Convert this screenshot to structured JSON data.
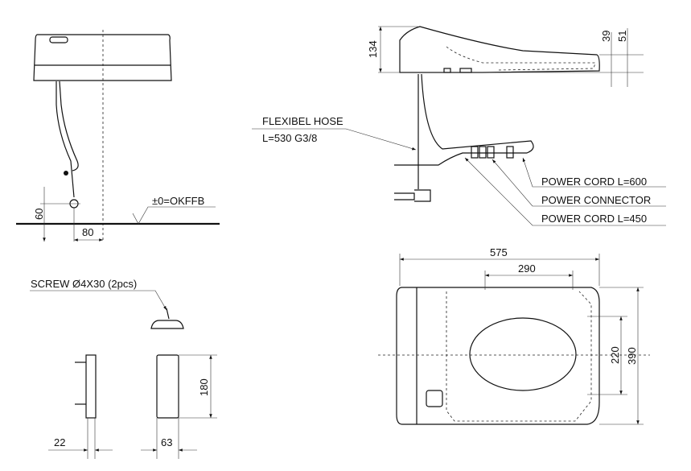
{
  "front_view": {
    "dim_height": "60",
    "dim_offset": "80",
    "floor_label": "±0=OKFFB"
  },
  "side_view": {
    "dim_total_height": "134",
    "dim_seat_a": "39",
    "dim_seat_b": "51",
    "hose_label_line1": "FLEXIBEL HOSE",
    "hose_label_line2": "L=530  G3/8",
    "callouts": [
      "POWER CORD L=600",
      "POWER CONNECTOR",
      "POWER CORD L=450"
    ]
  },
  "bracket": {
    "screw_label": "SCREW Ø4X30 (2pcs)",
    "dim_height": "180",
    "dim_depth": "22",
    "dim_width": "63"
  },
  "top_view": {
    "dim_length": "575",
    "dim_hole_spacing": "290",
    "dim_inner_width": "220",
    "dim_width": "390"
  }
}
